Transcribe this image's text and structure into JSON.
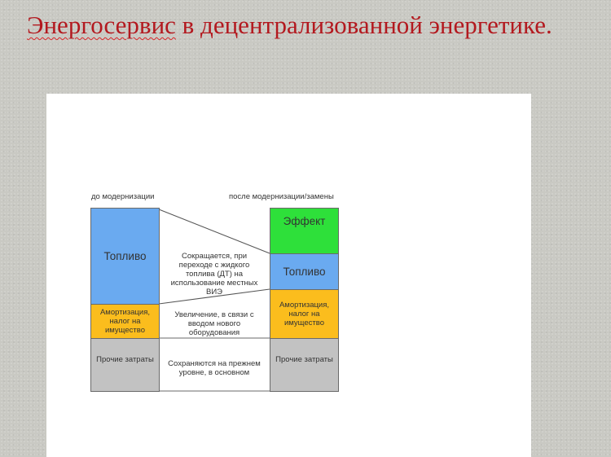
{
  "title_part1": "Энергосервис",
  "title_part2": " в децентрализованной энергетике.",
  "diagram": {
    "left_header": "до модернизации",
    "right_header": "после модернизации/замены",
    "left": {
      "fuel": "Топливо",
      "amortization": "Амортизация, налог на имуществo",
      "other": "Прочие затраты"
    },
    "right": {
      "effect": "Эффект",
      "fuel": "Топливо",
      "amortization": "Амортизация, налог на имуществo",
      "other": "Прочие затраты"
    },
    "middle": {
      "fuel_note": "Сокращается, при переходе с жидкого топлива (ДТ) на использование местных ВИЭ",
      "amortization_note": "Увеличение, в связи с вводом нового оборудования",
      "other_note": "Сохраняются на прежнем уровне, в основном"
    }
  },
  "colors": {
    "title": "#b3191f",
    "fuel": "#6aaaf0",
    "effect": "#2ee03a",
    "amortization": "#fbbd1d",
    "other": "#c2c2c2"
  }
}
